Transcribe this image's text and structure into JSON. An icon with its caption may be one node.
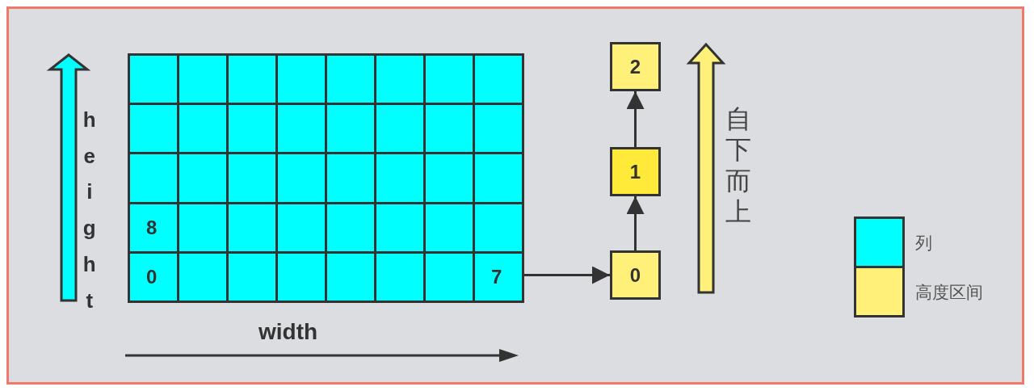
{
  "diagram": {
    "nodes": [
      {
        "text": [],
        "shape": "box"
      },
      {
        "text": [],
        "shape": "box"
      },
      {
        "text": [],
        "shape": "box"
      },
      {
        "text": [],
        "shape": "box"
      },
      {
        "text": [],
        "shape": "box"
      },
      {
        "text": [],
        "shape": "box"
      },
      {
        "text": [],
        "shape": "box"
      },
      {
        "text": [],
        "shape": "box"
      },
      {
        "text": [],
        "shape": "box"
      },
      {
        "text": [],
        "shape": "box"
      },
      {
        "text": [],
        "shape": "box"
      },
      {
        "text": [],
        "shape": "box"
      },
      {
        "text": [],
        "shape": "box"
      },
      {
        "text": [],
        "shape": "box"
      },
      {
        "text": [],
        "shape": "box"
      },
      {
        "text": [],
        "shape": "box"
      },
      {
        "text": [],
        "shape": "box"
      },
      {
        "text": [],
        "shape": "box"
      },
      {
        "text": [],
        "shape": "box"
      },
      {
        "text": [],
        "shape": "box"
      },
      {
        "text": [],
        "shape": "box"
      },
      {
        "text": [],
        "shape": "box"
      },
      {
        "text": [],
        "shape": "box"
      },
      {
        "text": [],
        "shape": "box"
      },
      {
        "text": [
          "8"
        ]
      },
      {
        "text": [],
        "shape": "box"
      },
      {
        "text": [],
        "shape": "box"
      },
      {
        "text": [],
        "shape": "box"
      },
      {
        "text": [],
        "shape": "box"
      },
      {
        "text": [],
        "shape": "box"
      },
      {
        "text": [],
        "shape": "box"
      },
      {
        "text": [],
        "shape": "box"
      },
      {
        "text": [
          "0"
        ]
      },
      {
        "text": [],
        "shape": "box"
      },
      {
        "text": [],
        "shape": "box"
      },
      {
        "text": [],
        "shape": "box"
      },
      {
        "text": [],
        "shape": "box"
      },
      {
        "text": [],
        "shape": "box"
      },
      {
        "text": [],
        "shape": "box"
      },
      {
        "text": [
          "7"
        ]
      },
      {
        "text": [
          "2"
        ]
      },
      {
        "text": [
          "1"
        ]
      },
      {
        "text": [
          "0"
        ]
      }
    ],
    "edges": [
      {
        "from": 39,
        "to": 42,
        "arrow": "to"
      },
      {
        "from": 42,
        "to": 41,
        "arrow": "to"
      },
      {
        "from": 41,
        "to": 40,
        "arrow": "to"
      }
    ],
    "labels": [
      "height",
      "自下而上",
      "width"
    ],
    "legend": [
      {
        "text": "列",
        "color": "#00ffff"
      },
      {
        "text": "高度区间",
        "color": "#fff07a"
      }
    ]
  }
}
